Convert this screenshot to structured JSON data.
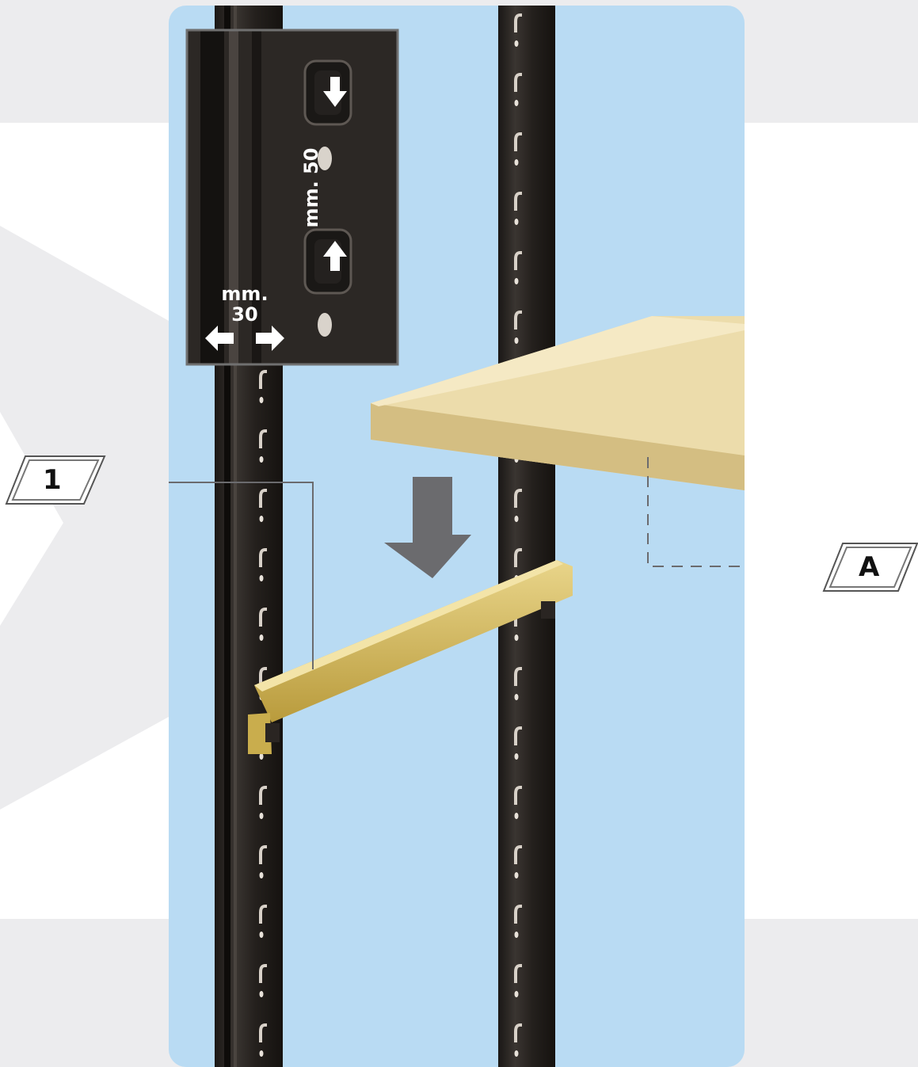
{
  "callouts": {
    "part_1": "1",
    "part_a": "A"
  },
  "dimensions": {
    "slot_pitch": "mm. 50",
    "width_unit": "mm.",
    "width_value": "30"
  },
  "colors": {
    "panel_background": "#b9dbf3",
    "upright": "#2b2724",
    "shelf": "#e3cf9b",
    "support_rail": "#d7bd5a",
    "arrow": "#6b6b6e",
    "detail_border": "#707070"
  },
  "icons": [
    "down-arrow-icon",
    "up-arrow-icon",
    "left-arrow-icon",
    "right-arrow-icon",
    "insert-direction-arrow-icon"
  ]
}
